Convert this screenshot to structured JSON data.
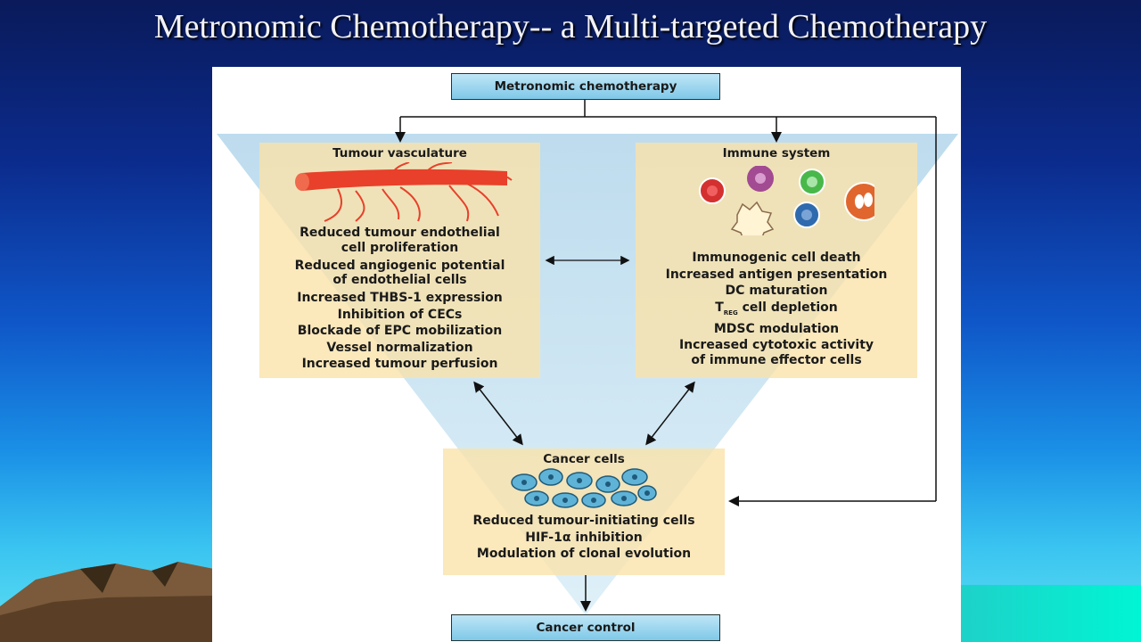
{
  "slide": {
    "title": "Metronomic Chemotherapy-- a Multi-targeted Chemotherapy"
  },
  "diagram": {
    "top_label": "Metronomic chemotherapy",
    "bottom_label": "Cancer control",
    "vasculature": {
      "heading": "Tumour vasculature",
      "lines": [
        "Reduced tumour endothelial",
        "cell proliferation",
        "Reduced angiogenic potential",
        "of endothelial cells",
        "Increased THBS-1 expression",
        "Inhibition of CECs",
        "Blockade of EPC mobilization",
        "Vessel normalization",
        "Increased tumour perfusion"
      ]
    },
    "immune": {
      "heading": "Immune system",
      "lines": [
        "Immunogenic cell death",
        "Increased antigen presentation",
        "DC maturation"
      ],
      "treg_prefix": "T",
      "treg_sub": "REG",
      "treg_suffix": " cell depletion",
      "lines2": [
        "MDSC modulation",
        "Increased cytotoxic activity",
        "of immune effector cells"
      ]
    },
    "cancer": {
      "heading": "Cancer cells",
      "lines": [
        "Reduced tumour-initiating cells",
        "HIF-1α inhibition",
        "Modulation of clonal evolution"
      ]
    },
    "colors": {
      "box_fill": "#fae2aa",
      "funnel_fill": "#bcdcec",
      "pill_fill": "#8fd0ec",
      "vessel": "#e8402a"
    }
  }
}
